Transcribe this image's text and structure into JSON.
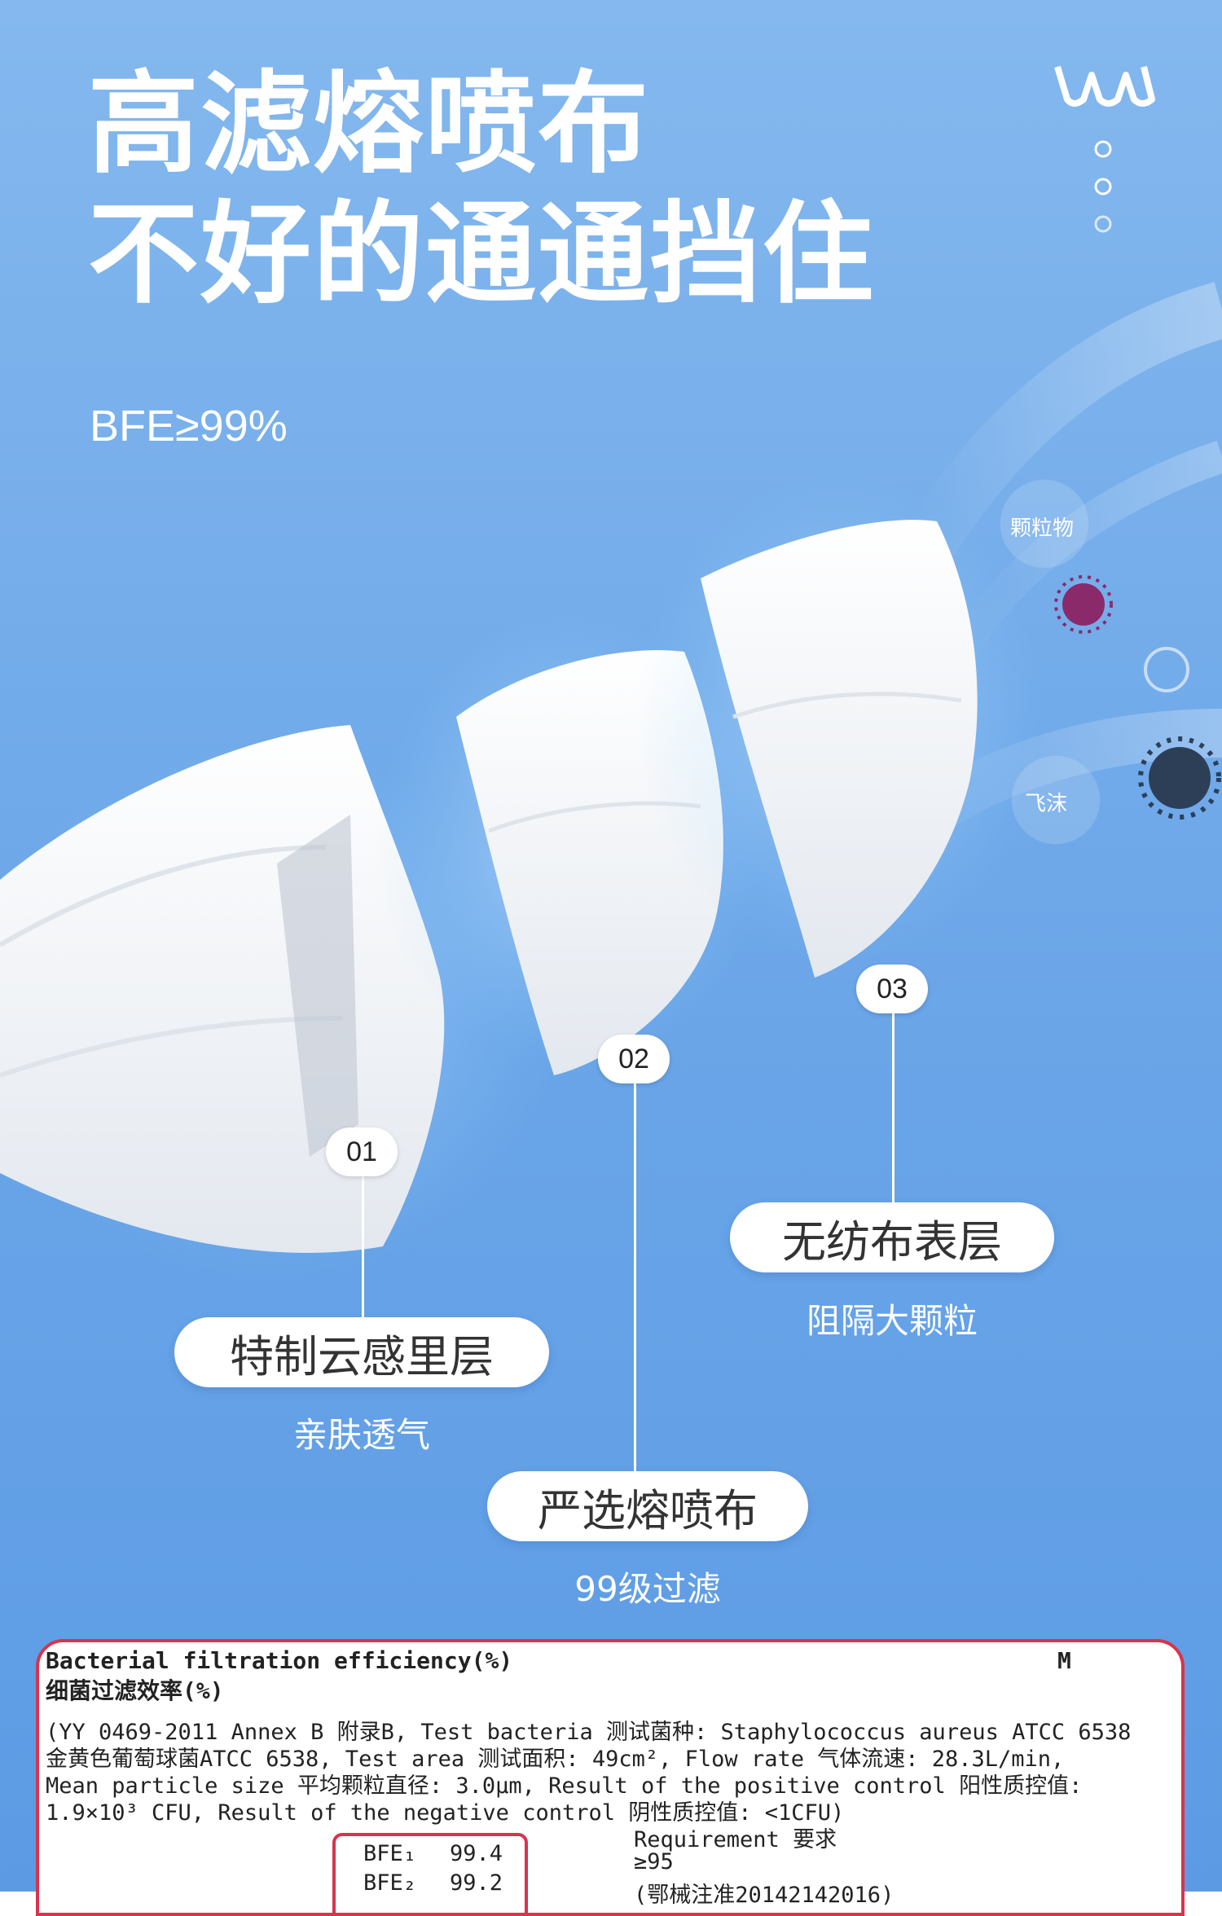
{
  "headline": {
    "line1": "高滤熔喷布",
    "line2": "不好的通通挡住"
  },
  "bfe_claim": "BFE≥99%",
  "bubbles": {
    "particles": "颗粒物",
    "droplets": "飞沫"
  },
  "layers": [
    {
      "number": "01",
      "name": "特制云感里层",
      "benefit": "亲肤透气"
    },
    {
      "number": "02",
      "name": "严选熔喷布",
      "benefit": "99级过滤"
    },
    {
      "number": "03",
      "name": "无纺布表层",
      "benefit": "阻隔大颗粒"
    }
  ],
  "report": {
    "title_en": "Bacterial filtration efficiency(%)",
    "title_cn": "细菌过滤效率(%)",
    "size": "M",
    "line1": "(YY 0469-2011 Annex B 附录B, Test bacteria 测试菌种: Staphylococcus aureus ATCC 6538",
    "line2": "金黄色葡萄球菌ATCC 6538, Test area 测试面积: 49cm², Flow rate 气体流速: 28.3L/min,",
    "line3": "Mean particle size 平均颗粒直径: 3.0μm, Result of the positive control 阳性质控值:",
    "line4": "1.9×10³ CFU, Result of the negative control 阴性质控值: <1CFU)",
    "results": [
      {
        "label": "BFE₁",
        "value": "99.4"
      },
      {
        "label": "BFE₂",
        "value": "99.2"
      }
    ],
    "requirement_label": "Requirement 要求",
    "requirement_value": "≥95",
    "requirement_source": "(鄂械注准20142142016)"
  },
  "colors": {
    "bg_top": "#7fb3ec",
    "bg_bottom": "#5f9ee6",
    "accent_red": "#d9334d"
  },
  "icons": [
    "brand-logo-icon",
    "virus-icon",
    "mask-layer-icon"
  ]
}
